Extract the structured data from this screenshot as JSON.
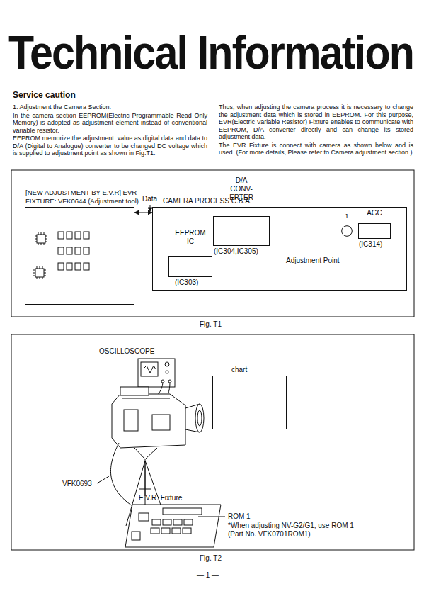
{
  "diagram": {
    "title": "Technical Information",
    "nodes": [
      {
        "text": [
          "[NEW ADJUSTMENT BY E.V.R] EVR FIXTURE: VFK0644 (Adjustment tool)"
        ]
      },
      {
        "text": [
          "CAMERA PROCESS C.B.A."
        ]
      },
      {
        "text": [
          "D/A CONV- ERTER",
          "(IC304,IC305)"
        ],
        "in": 1
      },
      {
        "text": [
          "EEPROM IC",
          "(IC303)"
        ],
        "in": 1
      },
      {
        "text": [
          "AGC",
          "(IC314)"
        ],
        "in": 1
      },
      {
        "text": [
          "1"
        ],
        "in": 1
      },
      {
        "text": [
          "chart"
        ]
      }
    ],
    "edges": [
      {
        "from": 0,
        "to": 1,
        "label": "Data",
        "arrow": "both"
      },
      {
        "from": 3,
        "to": 2,
        "arrow": "to"
      },
      {
        "from": 2,
        "to": 5,
        "arrow": "to"
      },
      {
        "from": 5,
        "to": 4,
        "arrow": "to"
      }
    ],
    "labels": [
      "Service caution",
      "1. Adjustment the Camera Section.",
      "In the camera section EEPROM(Electric Programmable Read Only Memory) is adopted as adjustment element instead of conventional variable resistor.",
      "EEPROM memorize the adjustment .value as digital data and data to D/A (Digital to Analogue) converter to be changed DC voltage which is supplied to adjustment point as shown in Fig.T1.",
      "Thus, when adjusting the camera process it is necessary to change the adjustment data which is stored in EEPROM. For this purpose, EVR(Electric Variable Resistor) Fixture enables to communicate with EEPROM, D/A converter directly and can change its stored adjustment data.",
      "The EVR Fixture is connect with camera as shown below and is used. (For more details, Please refer to Camera adjustment section.)",
      "Adjustment Point",
      "Fig. T1",
      "OSCILLOSCOPE",
      "VFK0693",
      "E.V.R. Fixture",
      "ROM 1",
      "*When adjusting NV-G2/G1, use ROM 1 (Part No. VFK0701ROM1)",
      "Fig. T2",
      "— 1 —"
    ]
  }
}
